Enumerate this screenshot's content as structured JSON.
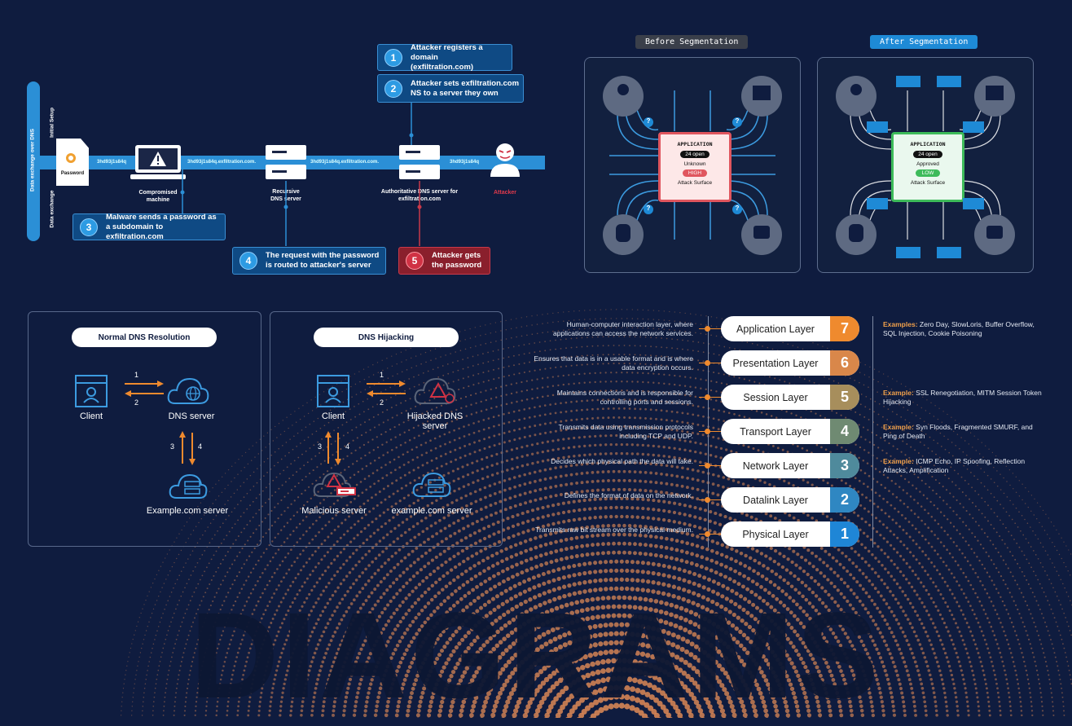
{
  "dns_exfil": {
    "side_labels": {
      "outer": "Data exchange over DNS",
      "initial": "Initial Setup",
      "exchange": "Data exchange"
    },
    "password_label": "Password",
    "pipe_labels": [
      "3hd93j1s84q",
      "3hd93j1s84q.exfiltration.com.",
      "3hd93j1s84q.exfiltration.com.",
      "3hd93j1s84q"
    ],
    "nodes": {
      "compromised": "Compromised machine",
      "recursive": "Recursive DNS server",
      "authoritative": "Authoritative DNS server for exfiltration.com",
      "attacker": "Attacker"
    },
    "callouts": [
      {
        "num": "1",
        "text": "Attacker registers a domain (exfiltration.com)"
      },
      {
        "num": "2",
        "text": "Attacker sets exfiltration.com NS to a server they own"
      },
      {
        "num": "3",
        "text": "Malware sends a password as a subdomain to exfiltration.com"
      },
      {
        "num": "4",
        "text": "The request with the password is routed to attacker's server"
      },
      {
        "num": "5",
        "text": "Attacker gets the password"
      }
    ]
  },
  "segmentation": {
    "before": {
      "title": "Before Segmentation",
      "app": "APPLICATION",
      "ports": "24 open",
      "status": "Unknown",
      "risk": "HIGH",
      "surface": "Attack Surface"
    },
    "after": {
      "title": "After Segmentation",
      "app": "APPLICATION",
      "ports": "24 open",
      "status": "Approved",
      "risk": "LOW",
      "surface": "Attack Surface"
    },
    "question": "?"
  },
  "dns_resolution": {
    "normal": {
      "title": "Normal DNS Resolution",
      "client": "Client",
      "server": "DNS server",
      "example": "Example.com server",
      "steps": [
        "1",
        "2",
        "3",
        "4"
      ]
    },
    "hijack": {
      "title": "DNS Hijacking",
      "client": "Client",
      "server": "Hijacked DNS server",
      "malicious": "Malicious server",
      "example": "example.com server",
      "steps": [
        "1",
        "2",
        "3",
        "4"
      ]
    }
  },
  "osi": {
    "layers": [
      {
        "num": "7",
        "name": "Application Layer",
        "color": "#ef8a2e",
        "desc": "Human-computer interaction layer, where applications can access the network services.",
        "ex_label": "Examples:",
        "ex": "Zero Day, SlowLoris, Buffer Overflow, SQL Injection, Cookie Poisoning"
      },
      {
        "num": "6",
        "name": "Presentation Layer",
        "color": "#d9874a",
        "desc": "Ensures that data is in a usable format and is where data encryption occurs.",
        "ex_label": "",
        "ex": ""
      },
      {
        "num": "5",
        "name": "Session Layer",
        "color": "#a78e5c",
        "desc": "Maintains connections and is responsible for controlling ports and sessions.",
        "ex_label": "Example:",
        "ex": "SSL Renegotiation, MITM Session Token Hijacking"
      },
      {
        "num": "4",
        "name": "Transport Layer",
        "color": "#6f8a72",
        "desc": "Transmits data using transmission protocols including TCP and UDP.",
        "ex_label": "Example:",
        "ex": "Syn Floods, Fragmented SMURF, and Ping of Death"
      },
      {
        "num": "3",
        "name": "Network Layer",
        "color": "#4f8a9c",
        "desc": "Decides which physical path the data will take.",
        "ex_label": "Example:",
        "ex": "ICMP Echo, IP Spoofing, Reflection Attacks, Amplification"
      },
      {
        "num": "2",
        "name": "Datalink Layer",
        "color": "#2f87c2",
        "desc": "Defines the format of data on the network.",
        "ex_label": "",
        "ex": ""
      },
      {
        "num": "1",
        "name": "Physical Layer",
        "color": "#1f86d6",
        "desc": "Transmits raw bit stream over the physical medium.",
        "ex_label": "",
        "ex": ""
      }
    ]
  },
  "watermark": "DIAGRAMS"
}
